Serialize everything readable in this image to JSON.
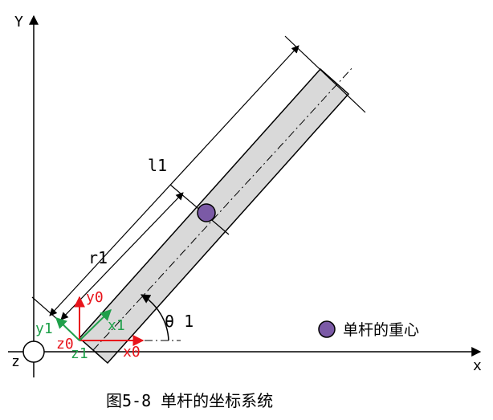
{
  "axes": {
    "x_label": "x",
    "y_label": "Y",
    "z_label": "z"
  },
  "frame0": {
    "x_label": "x0",
    "y_label": "y0",
    "z_label": "z0",
    "color": "#e8141b"
  },
  "frame1": {
    "x_label": "x1",
    "y_label": "y1",
    "z_label": "z1",
    "color": "#1fa04a"
  },
  "dimensions": {
    "length_label": "l1",
    "radius_label": "r1",
    "angle_label": "θ 1"
  },
  "legend": {
    "label": "单杆的重心",
    "marker_color": "#7b5aa6"
  },
  "rod": {
    "fill_color": "#d9d9d9"
  },
  "caption": "图5-8 单杆的坐标系统"
}
